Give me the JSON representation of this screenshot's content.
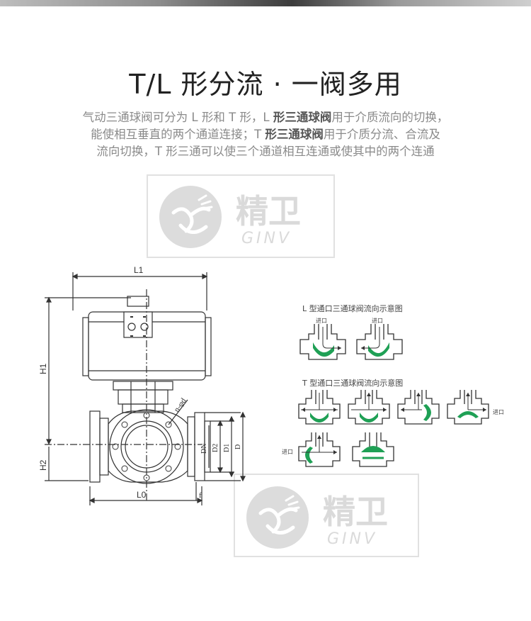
{
  "header": {
    "title": "T/L 形分流 · 一阀多用"
  },
  "description": {
    "line1_a": "气动三通球阀可分为 L 形和 T 形，L ",
    "line1_b": "形三通球阀",
    "line1_c": "用于介质流向的切换，",
    "line2_a": "能使相互垂直的两个通道连接；T ",
    "line2_b": "形三通球阀",
    "line2_c": "用于介质分流、合流及",
    "line3": "流向切换，T 形三通可以使三个通道相互连通或使其中的两个连通"
  },
  "watermark": {
    "name": "精卫",
    "latin": "GINV"
  },
  "dimensions": {
    "l1": "L1",
    "h1": "H1",
    "h2": "H2",
    "l0": "L0",
    "nd": "n-φd",
    "dn": "DN",
    "d2": "D2",
    "d1": "D1",
    "d": "D",
    "f": "f"
  },
  "l_diagram": {
    "title": "L 型通口三通球阀流向示意图",
    "inlet1": "进口",
    "inlet2": "进口"
  },
  "t_diagram": {
    "title": "T 型通口三通球阀流向示意图",
    "inlet_right": "进口",
    "inlet_left": "进口"
  },
  "colors": {
    "ball": "#1fa055",
    "line": "#333333",
    "watermark": "#dcdcdc"
  }
}
